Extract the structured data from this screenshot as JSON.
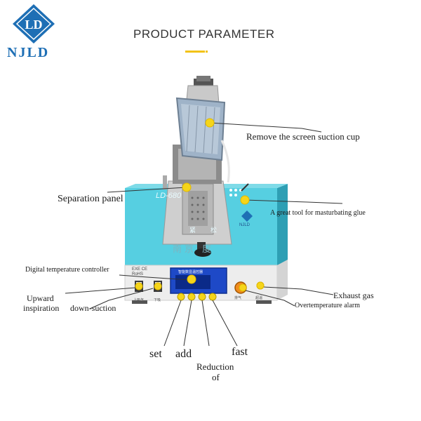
{
  "brand": {
    "name": "NJLD",
    "logo_letters": "LD"
  },
  "title": "PRODUCT PARAMETER",
  "device": {
    "model": "LD-680",
    "chinese_brand": "南京  度",
    "badge": "NJLD",
    "knob_left": "紧",
    "knob_right": "松",
    "ce": "EXE CE\nRoHS",
    "display_header": "智能数显温控器",
    "switch1_label": "上吸气",
    "switch2_label": "下吸",
    "gauge_label": "排气",
    "alarm_label": "超温",
    "colors": {
      "body": "#55cfe0",
      "display": "#1e49c7",
      "panel": "#ececec",
      "accent": "#f5d51a"
    }
  },
  "annotations": {
    "suction_cup": "Remove the screen suction cup",
    "separation_panel": "Separation panel",
    "glue_tool": "A great tool for masturbating glue",
    "temp_controller": "Digital temperature controller",
    "upward_line1": "Upward",
    "upward_line2": "inspiration",
    "down_suction": "down-suction",
    "exhaust": "Exhaust gas",
    "overtemp": "Overtemperature alarm",
    "set": "set",
    "add": "add",
    "reduction_line1": "Reduction",
    "reduction_line2": "of",
    "fast": "fast"
  }
}
